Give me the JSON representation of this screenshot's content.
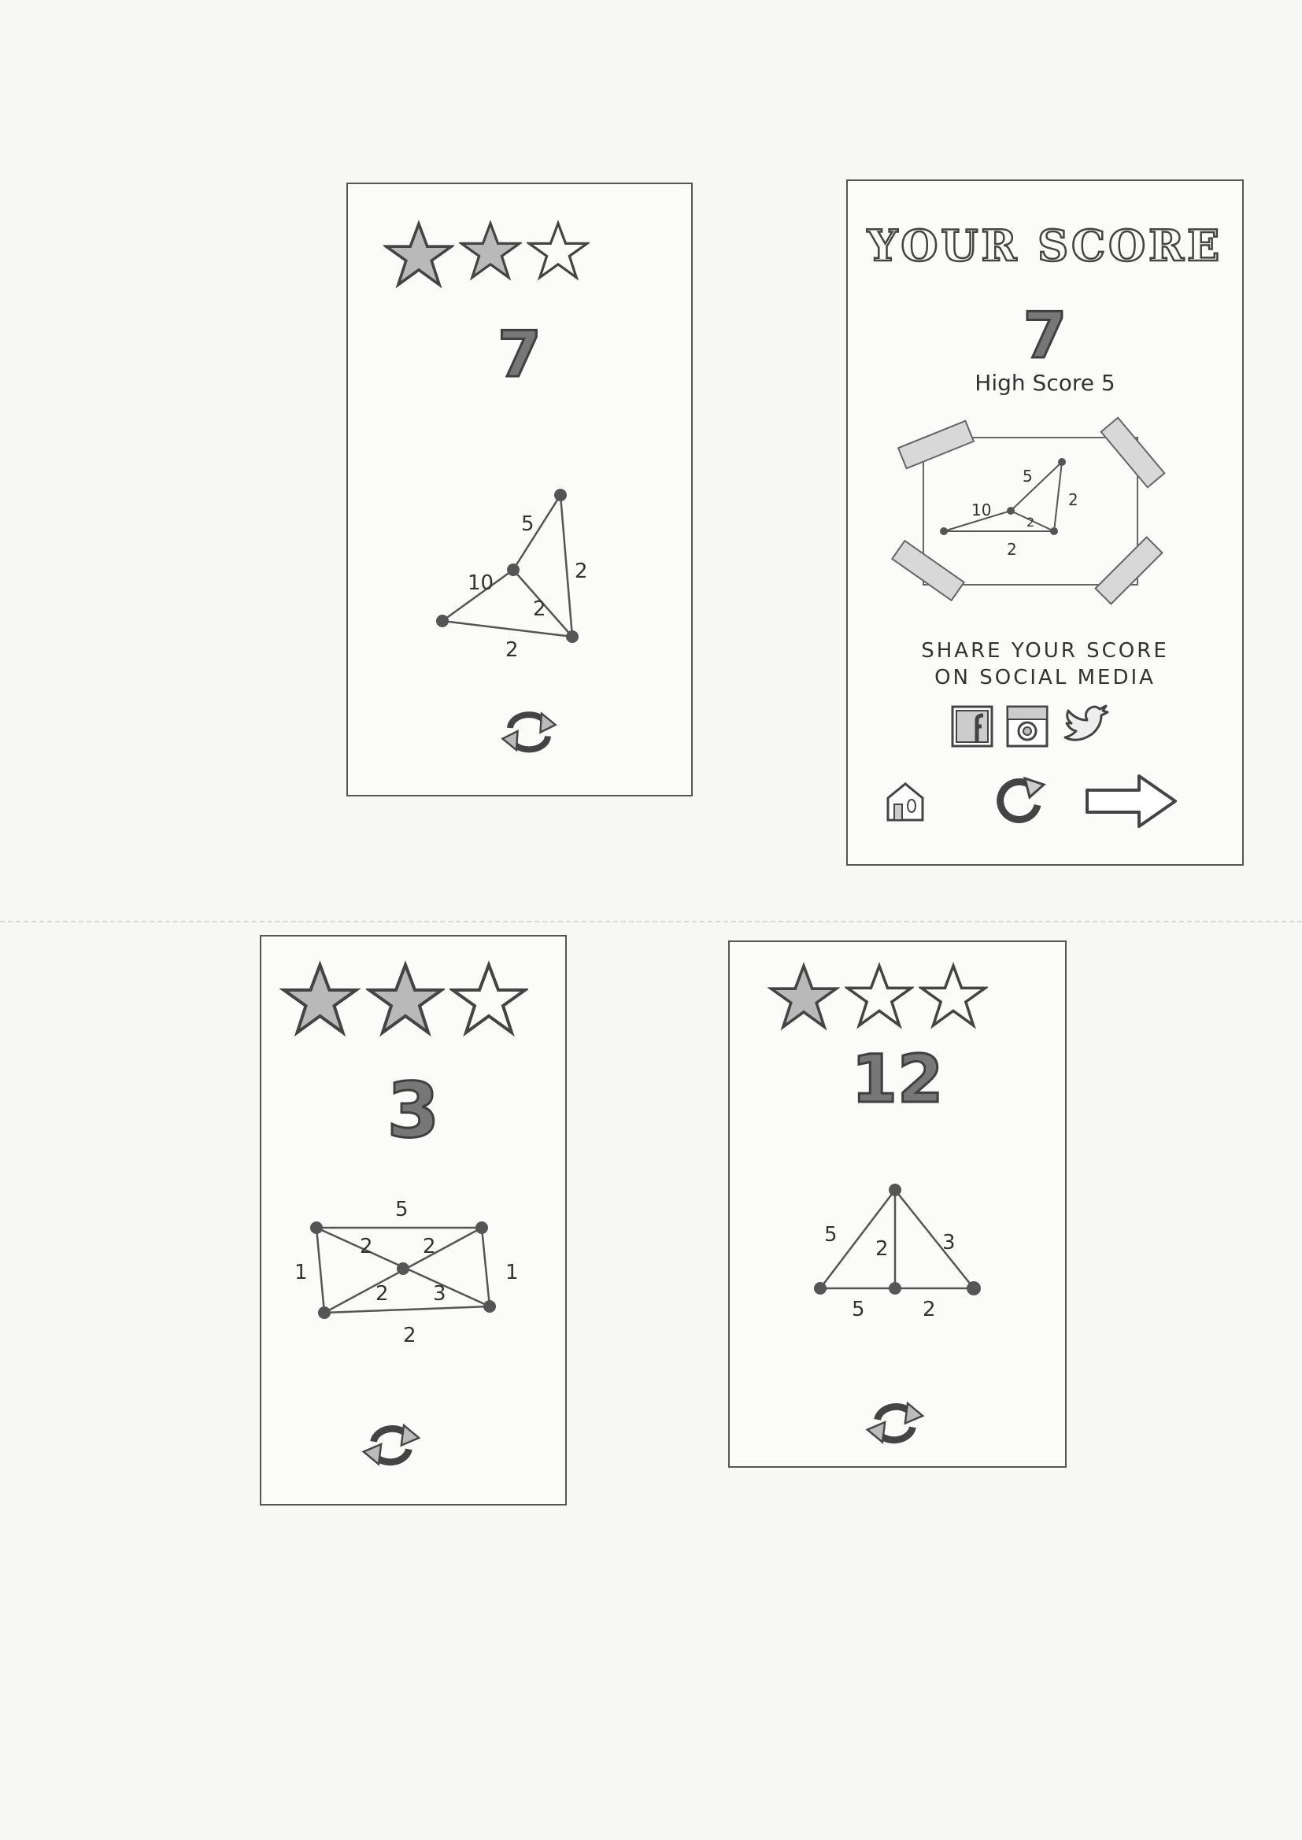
{
  "screens": [
    {
      "score": "7",
      "stars_filled": 2,
      "stars_total": 3,
      "edge_labels": [
        "5",
        "10",
        "2",
        "2",
        "2"
      ]
    },
    {
      "title": "YOUR SCORE",
      "score": "7",
      "high_score": "High Score 5",
      "share_line1": "SHARE YOUR SCORE",
      "share_line2": "ON SOCIAL MEDIA",
      "thumb_edge_labels": [
        "5",
        "10",
        "2",
        "2",
        "2"
      ],
      "social_icons": [
        "facebook-icon",
        "instagram-icon",
        "twitter-icon"
      ],
      "nav_icons": [
        "home-icon",
        "replay-icon",
        "next-arrow-icon"
      ]
    },
    {
      "score": "3",
      "stars_filled": 2,
      "stars_total": 3,
      "edge_labels": [
        "5",
        "2",
        "2",
        "1",
        "1",
        "2",
        "3",
        "2"
      ]
    },
    {
      "score": "12",
      "stars_filled": 1,
      "stars_total": 3,
      "edge_labels": [
        "5",
        "2",
        "3",
        "5",
        "2"
      ]
    }
  ],
  "colors": {
    "ink": "#444444",
    "star_fill": "#b9b9b9",
    "paper": "#fbfbf9"
  }
}
